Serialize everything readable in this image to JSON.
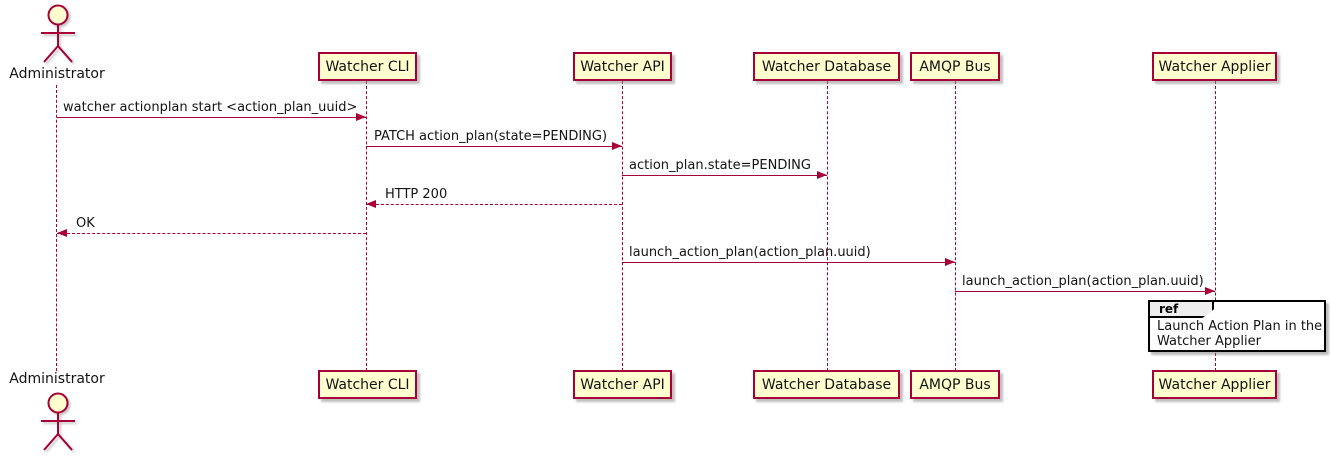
{
  "diagram": {
    "type": "uml-sequence",
    "participants": [
      {
        "id": "administrator",
        "name": "Administrator",
        "kind": "actor"
      },
      {
        "id": "watcher-cli",
        "name": "Watcher CLI",
        "kind": "participant"
      },
      {
        "id": "watcher-api",
        "name": "Watcher API",
        "kind": "participant"
      },
      {
        "id": "watcher-database",
        "name": "Watcher Database",
        "kind": "participant"
      },
      {
        "id": "amqp-bus",
        "name": "AMQP Bus",
        "kind": "participant"
      },
      {
        "id": "watcher-applier",
        "name": "Watcher Applier",
        "kind": "participant"
      }
    ],
    "messages": [
      {
        "from": "Administrator",
        "to": "Watcher CLI",
        "label": "watcher actionplan start <action_plan_uuid>",
        "style": "solid",
        "direction": "right"
      },
      {
        "from": "Watcher CLI",
        "to": "Watcher API",
        "label": "PATCH action_plan(state=PENDING)",
        "style": "solid",
        "direction": "right"
      },
      {
        "from": "Watcher API",
        "to": "Watcher Database",
        "label": "action_plan.state=PENDING",
        "style": "solid",
        "direction": "right"
      },
      {
        "from": "Watcher API",
        "to": "Watcher CLI",
        "label": "HTTP 200",
        "style": "dashed",
        "direction": "left"
      },
      {
        "from": "Watcher CLI",
        "to": "Administrator",
        "label": "OK",
        "style": "dashed",
        "direction": "left"
      },
      {
        "from": "Watcher API",
        "to": "AMQP Bus",
        "label": "launch_action_plan(action_plan.uuid)",
        "style": "solid",
        "direction": "right"
      },
      {
        "from": "AMQP Bus",
        "to": "Watcher Applier",
        "label": "launch_action_plan(action_plan.uuid)",
        "style": "solid",
        "direction": "right"
      }
    ],
    "ref_fragment": {
      "keyword": "ref",
      "over": "Watcher Applier",
      "lines": [
        "Launch Action Plan in the",
        "Watcher Applier"
      ]
    },
    "colors": {
      "participant_fill": "#FEFECE",
      "line_and_border": "#A80036",
      "text": "#131313",
      "ref_tab_fill": "#EEEEEE",
      "ref_border": "#000000",
      "background": "#FFFFFF"
    }
  }
}
